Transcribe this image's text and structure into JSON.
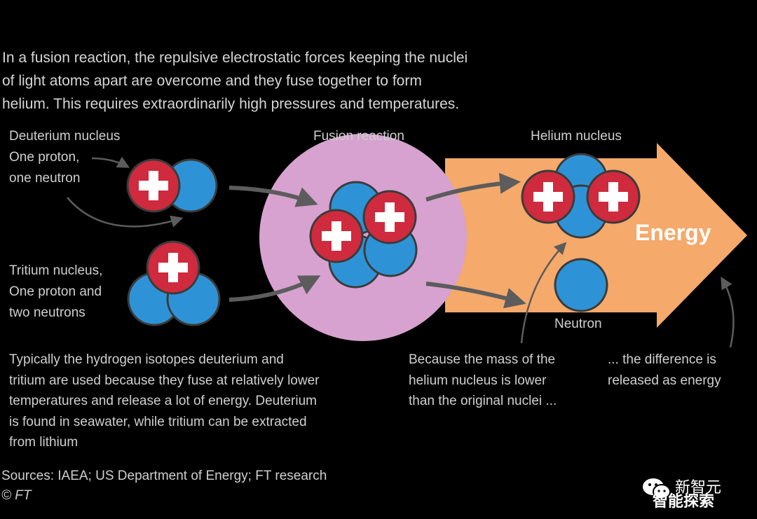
{
  "intro": {
    "lines": [
      "In a fusion reaction, the repulsive electrostatic forces keeping the nuclei",
      "of light atoms apart are overcome and they fuse together to form",
      "helium. This requires extraordinarily high pressures and temperatures."
    ]
  },
  "deuterium": {
    "title": "Deuterium nucleus",
    "desc_line1": "One proton,",
    "desc_line2": "one neutron"
  },
  "tritium": {
    "title": "Tritium nucleus,",
    "desc_line1": "One proton and",
    "desc_line2": "two neutrons"
  },
  "fusion": {
    "title": "Fusion reaction"
  },
  "helium": {
    "title": "Helium nucleus"
  },
  "neutron": {
    "label": "Neutron"
  },
  "energy": {
    "label": "Energy"
  },
  "notes": {
    "isotopes": [
      "Typically the hydrogen isotopes deuterium and",
      "tritium are used because they fuse at relatively lower",
      "temperatures and release a lot of energy. Deuterium",
      "is found in seawater, while tritium can be extracted",
      "from lithium"
    ],
    "mass": [
      "Because the mass of the",
      "helium nucleus is lower",
      "than the original nuclei ..."
    ],
    "difference": [
      "... the difference is",
      "released as energy"
    ]
  },
  "footer": {
    "sources": "Sources: IAEA; US Department of Energy; FT research",
    "copyright": "© FT"
  },
  "watermark": {
    "line1": "新智元",
    "line2": "智能探索"
  },
  "colors": {
    "background": "#000000",
    "proton": "#cf2a3d",
    "neutron": "#2e93d6",
    "outline": "#3b3b3b",
    "fusion_glow": "#d7a2cf",
    "energy_arrow": "#f5a96a",
    "arrow_grey": "#5c5c5c"
  },
  "icons": {
    "proton": "plus-sign-circle",
    "neutron": "plain-circle",
    "watermark": "wechat-icon"
  }
}
